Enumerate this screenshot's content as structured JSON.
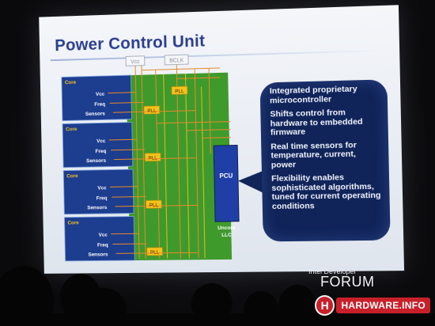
{
  "slide": {
    "title": "Power Control Unit",
    "diagram": {
      "top_boxes": [
        "Vcc",
        "BCLK"
      ],
      "cores": [
        {
          "label": "Core",
          "signals": [
            "Vcc",
            "Freq",
            "Sensors"
          ],
          "pll": "PLL"
        },
        {
          "label": "Core",
          "signals": [
            "Vcc",
            "Freq",
            "Sensors"
          ],
          "pll": "PLL"
        },
        {
          "label": "Core",
          "signals": [
            "Vcc",
            "Freq",
            "Sensors"
          ],
          "pll": "PLL"
        },
        {
          "label": "Core",
          "signals": [
            "Vcc",
            "Freq",
            "Sensors"
          ],
          "pll": "PLL"
        }
      ],
      "top_pll": "PLL",
      "pcu_label": "PCU",
      "uncore_label": "Uncore\nLLC"
    },
    "bullets": [
      "Integrated proprietary microcontroller",
      "Shifts control from hardware to embedded firmware",
      "Real time sensors for temperature, current, power",
      "Flexibility enables sophisticated algorithms, tuned for current operating conditions"
    ]
  },
  "brand": {
    "line1": "Intel Developer",
    "line2": "FORUM"
  },
  "watermark": {
    "mark": "H",
    "text": "HARDWARE.INFO"
  },
  "colors": {
    "core_blue": "#1d3d8f",
    "uncore_green": "#3f9a2c",
    "pcu_blue": "#1f3fa6",
    "pll_yellow": "#f4c21c",
    "wire_orange": "#e78a2a",
    "callout_navy": "#10245a"
  }
}
